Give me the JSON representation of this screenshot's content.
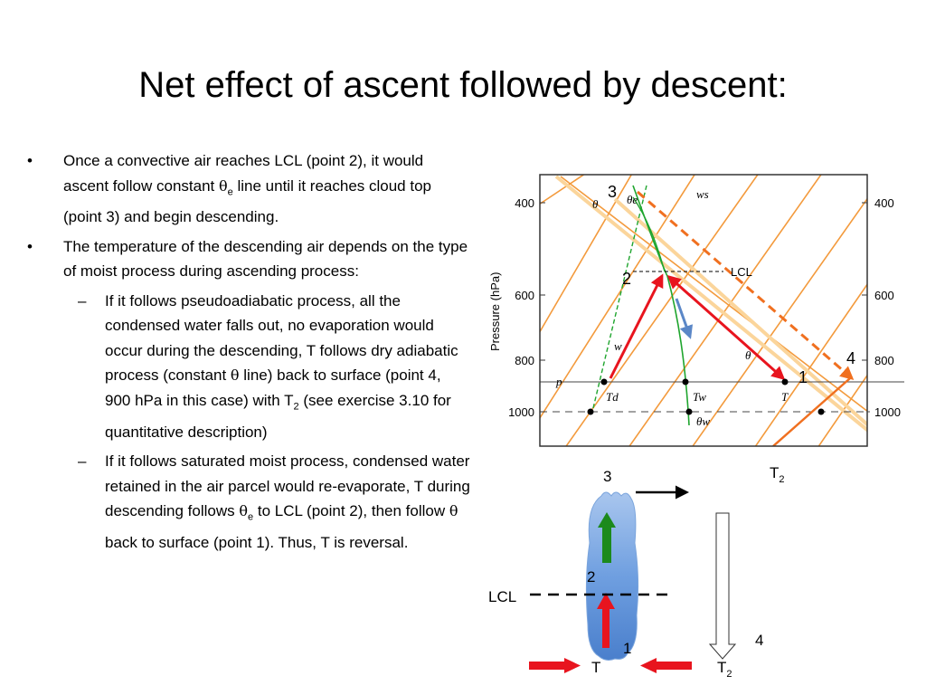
{
  "title": "Net effect of ascent followed by descent:",
  "bullets": {
    "b1": {
      "p1": "Once a convective air reaches LCL (point 2), it would ascent follow constant ",
      "sym": "θ",
      "sub": "e",
      "p2": " line until it reaches cloud top (point 3) and begin descending."
    },
    "b2": {
      "text": "The temperature of the descending air depends on the type of moist process during ascending process:"
    },
    "s1": {
      "p1": "If it follows pseudoadiabatic process, all the condensed water falls out, no evaporation would occur during the descending, T follows dry adiabatic process (constant ",
      "sym": "θ",
      "p2": " line) back to surface (point 4, 900 hPa in this case) with T",
      "sub": "2",
      "p3": " (see exercise 3.10 for quantitative description)"
    },
    "s2": {
      "p1": "If it follows saturated moist process, condensed water retained in the air parcel would re-evaporate, T during descending follows ",
      "sym": "θ",
      "sub": "e",
      "p2": " to LCL (point 2), then follow ",
      "sym2": "θ",
      "p3": " back to surface (point 1).  Thus, T is reversal."
    },
    "bullet_char": "•",
    "dash_char": "–"
  },
  "skewt": {
    "ylabel": "Pressure (hPa)",
    "left_ticks": [
      "400",
      "600",
      "800",
      "1000"
    ],
    "right_ticks": [
      "400",
      "600",
      "800",
      "1000"
    ],
    "curve_labels": {
      "theta_left": "θ",
      "theta_e": "θe",
      "ws": "ws",
      "lcl": "LCL",
      "w": "w",
      "theta_mid": "θ",
      "p": "p",
      "td": "Td",
      "tw": "Tw",
      "t": "T",
      "theta_w": "θw"
    },
    "points": {
      "p3": "3",
      "p2": "2",
      "p4": "4",
      "p1": "1"
    }
  },
  "sketch": {
    "top_label": "3",
    "t2_top": "T",
    "t2_top_sub": "2",
    "lcl": "LCL",
    "point2": "2",
    "point1": "1",
    "point4": "4",
    "t_bottom": "T",
    "t2_bottom": "T",
    "t2_bottom_sub": "2"
  },
  "colors": {
    "dry_adiabat": "#f39a3c",
    "pale_line": "#fbd59b",
    "moist_green": "#1fa52e",
    "red_arrow": "#e8141e",
    "orange_dashed": "#f07020",
    "blue_arrow": "#5b87c7",
    "cloud": "#5d92d8",
    "frame": "#333333"
  }
}
